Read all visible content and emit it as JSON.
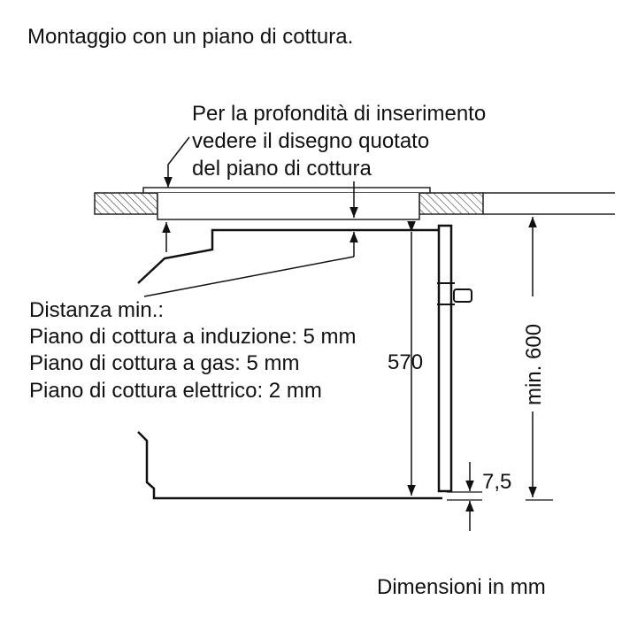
{
  "title": "Montaggio con un piano di cottura.",
  "note": {
    "lines": [
      "Per la profondità di inserimento",
      "vedere il disegno quotato",
      "del piano di cottura"
    ]
  },
  "distance": {
    "heading": "Distanza min.:",
    "items": [
      "Piano di cottura a induzione: 5 mm",
      "Piano di cottura a gas: 5 mm",
      "Piano di cottura elettrico: 2 mm"
    ]
  },
  "dimensions": {
    "height": "570",
    "niche": "min. 600",
    "gap": "7,5"
  },
  "units_caption": "Dimensioni in mm"
}
